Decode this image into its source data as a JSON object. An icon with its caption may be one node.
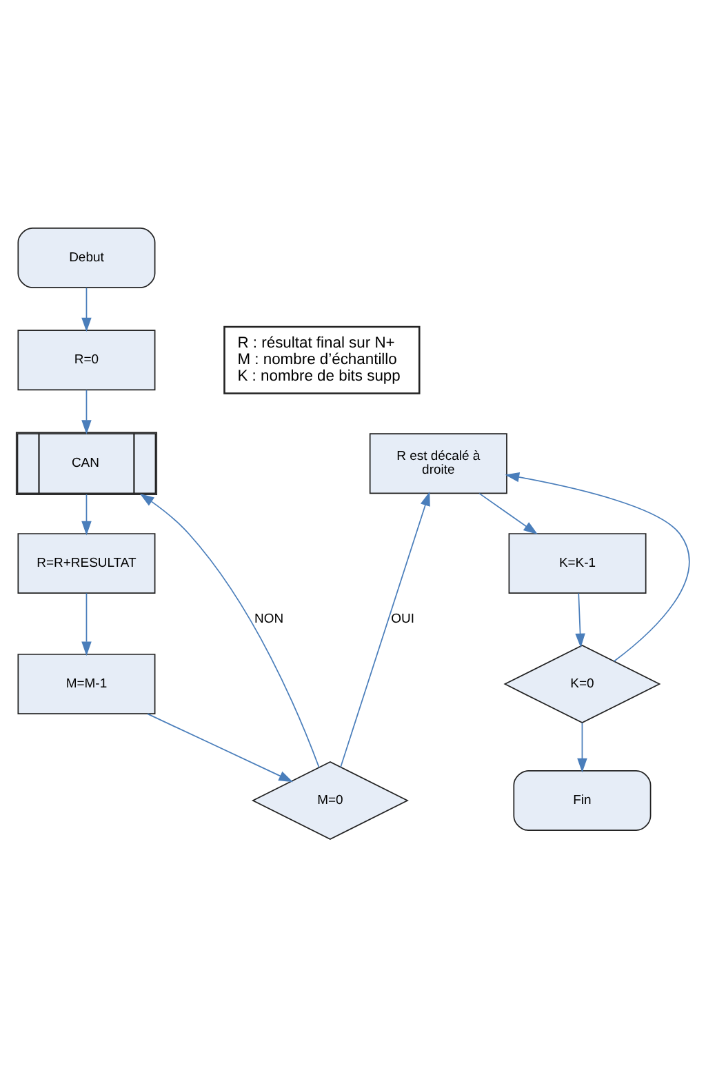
{
  "diagram": {
    "nodes": [
      {
        "text": [
          "Debut"
        ]
      },
      {
        "text": [
          "R=0"
        ]
      },
      {
        "text": [
          "CAN"
        ]
      },
      {
        "text": [
          "R=R+RESULTAT"
        ]
      },
      {
        "text": [
          "M=M-1"
        ]
      },
      {
        "text": [
          "M=0"
        ]
      },
      {
        "text": [
          "R est décalé à droite"
        ]
      },
      {
        "text": [
          "K=K-1"
        ]
      },
      {
        "text": [
          "K=0"
        ]
      },
      {
        "text": [
          "Fin"
        ]
      },
      {
        "text": [
          "R : résultat final sur N+",
          "M : nombre d’échantillo",
          "K : nombre de bits supp"
        ]
      }
    ],
    "edges": [
      {
        "from": 0,
        "to": 1,
        "arrow": "to"
      },
      {
        "from": 1,
        "to": 2,
        "arrow": "to"
      },
      {
        "from": 2,
        "to": 3,
        "arrow": "to"
      },
      {
        "from": 3,
        "to": 4,
        "arrow": "to"
      },
      {
        "from": 4,
        "to": 5,
        "arrow": "to"
      },
      {
        "from": 5,
        "to": 2,
        "arrow": "to",
        "label": "NON"
      },
      {
        "from": 5,
        "to": 6,
        "arrow": "to",
        "label": "OUI"
      },
      {
        "from": 6,
        "to": 7,
        "arrow": "to"
      },
      {
        "from": 7,
        "to": 8,
        "arrow": "to"
      },
      {
        "from": 8,
        "to": 6,
        "arrow": "to"
      },
      {
        "from": 8,
        "to": 9,
        "arrow": "to"
      }
    ]
  }
}
